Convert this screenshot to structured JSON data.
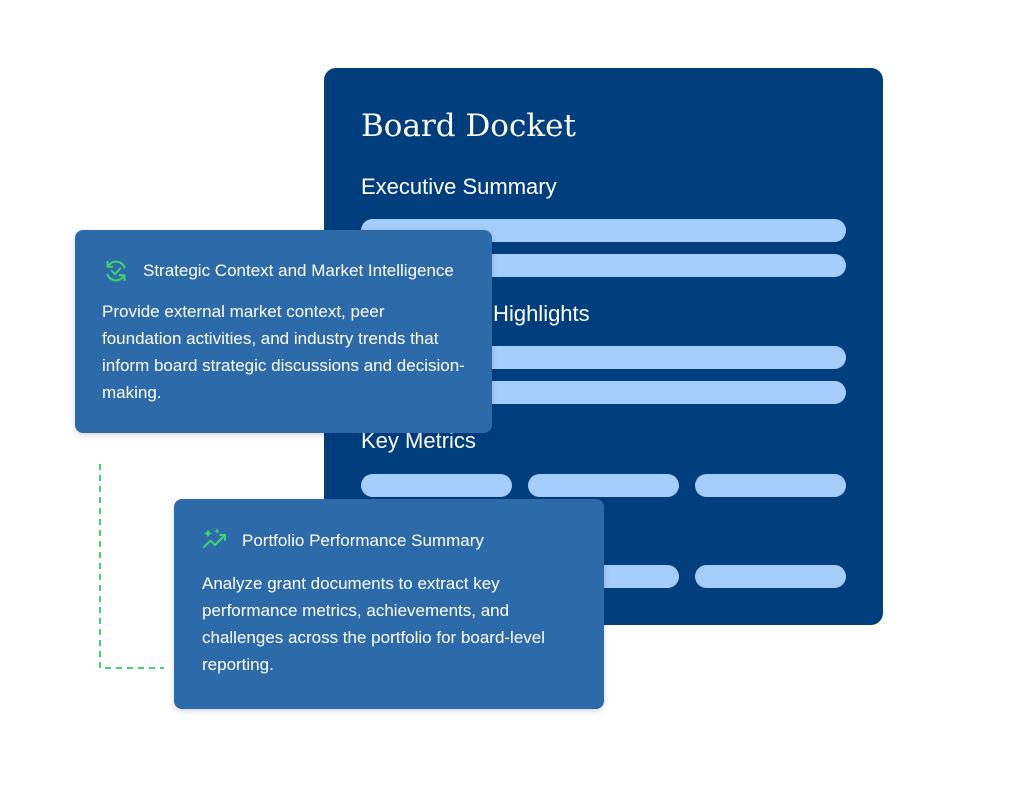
{
  "docket": {
    "title": "Board Docket",
    "sections": {
      "executive_summary": "Executive Summary",
      "performance_highlights": "Performance Highlights",
      "key_metrics": "Key Metrics"
    }
  },
  "cards": {
    "strategic": {
      "icon": "refresh-check-icon",
      "title": "Strategic Context and Market Intelligence",
      "body": "Provide external market context, peer foundation activities, and industry trends that inform board strategic discussions and decision-making."
    },
    "portfolio": {
      "icon": "sparkle-trend-icon",
      "title": "Portfolio Performance Summary",
      "body": "Analyze grant documents to extract key performance metrics, achievements, and challenges across the portfolio for board-level reporting."
    }
  },
  "colors": {
    "docket_background": "#003e7e",
    "placeholder_bar": "#a5cdfb",
    "card_background": "#2c6aaa",
    "accent_green": "#3fd46c",
    "text": "#ffffff"
  }
}
